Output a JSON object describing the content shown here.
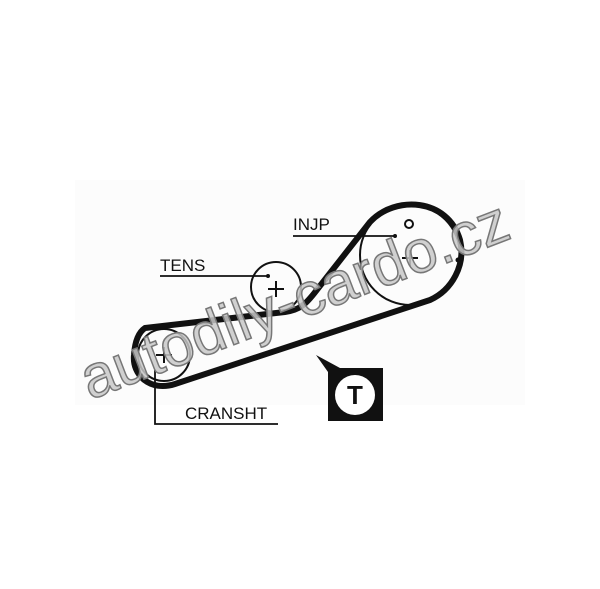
{
  "labels": {
    "injection_pump": "INJP",
    "tensioner": "TENS",
    "crankshaft": "CRANSHT"
  },
  "tensioner_symbol": "T",
  "watermark": "autodily-cardo.cz",
  "colors": {
    "line": "#111111",
    "watermark": "#c8c8c8"
  }
}
